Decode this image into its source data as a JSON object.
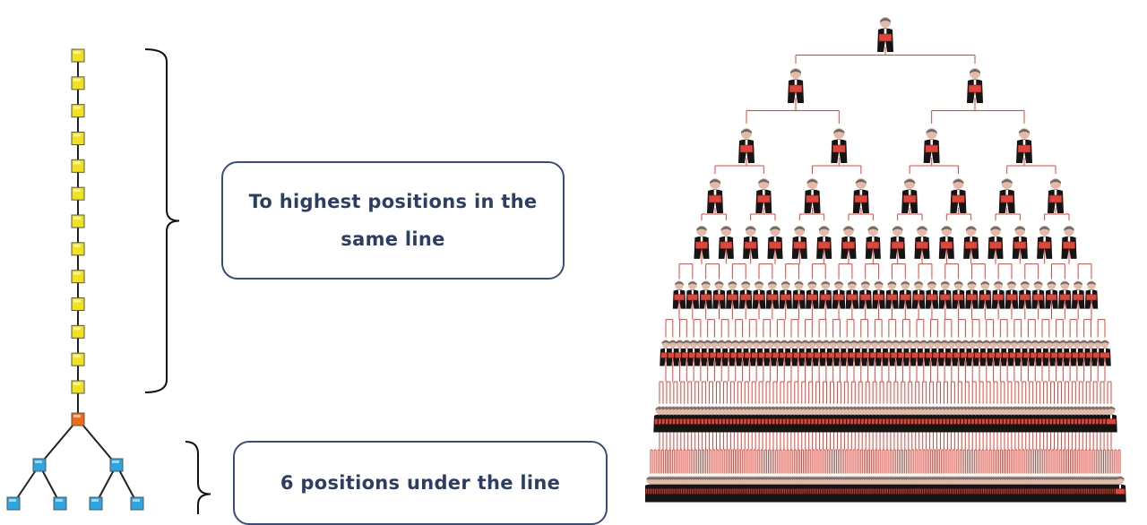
{
  "callouts": {
    "upline": "To highest positions in the same line",
    "downline": "6 positions under the line"
  },
  "colors": {
    "upline_node": "#f2e21c",
    "current_node": "#f06a18",
    "downline_node": "#2aa6e2",
    "connector": "#222222",
    "pyramid_line": "#e0453a",
    "callout_border": "#3a4d7a",
    "callout_text": "#2c3e64"
  },
  "icons": {
    "node": "square-node-icon",
    "person": "businessman-icon"
  },
  "pyramid": {
    "levels": [
      1,
      2,
      4,
      8,
      16,
      32,
      64,
      128,
      256
    ]
  }
}
